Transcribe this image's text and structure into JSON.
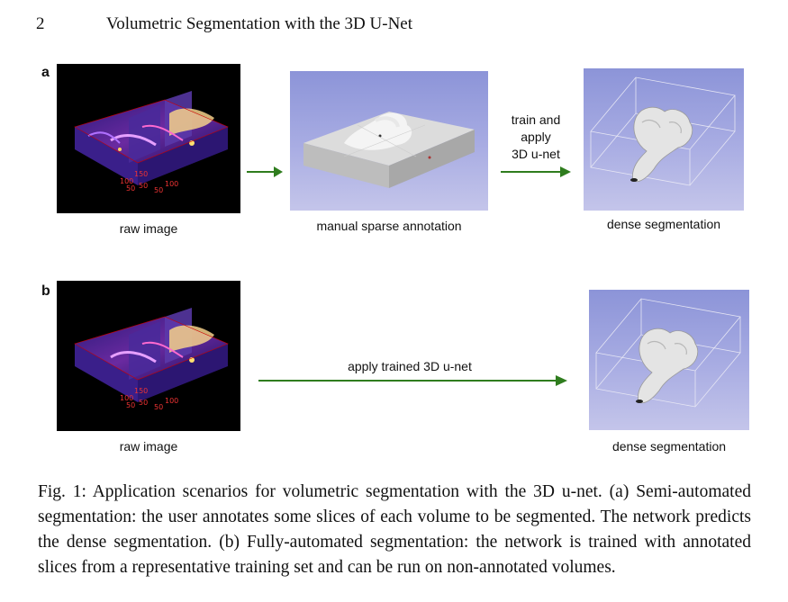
{
  "header": {
    "page_number": "2",
    "title": "Volumetric Segmentation with the 3D U-Net"
  },
  "panel_a": {
    "letter": "a",
    "raw_label": "raw image",
    "annotation_label": "manual sparse annotation",
    "arrow_text": [
      "train and",
      "apply",
      "3D u-net"
    ],
    "dense_label": "dense segmentation"
  },
  "panel_b": {
    "letter": "b",
    "raw_label": "raw image",
    "arrow_text": "apply trained 3D u-net",
    "dense_label": "dense segmentation"
  },
  "axis_ticks": [
    "100",
    "150",
    "50",
    "50",
    "100",
    "50"
  ],
  "arrow_color": "#2f7d1e",
  "caption": "Fig. 1: Application scenarios for volumetric segmentation with the 3D u-net. (a) Semi-automated segmentation: the user annotates some slices of each volume to be segmented. The network predicts the dense segmentation. (b) Fully-automated segmentation: the network is trained with annotated slices from a representative training set and can be run on non-annotated volumes."
}
